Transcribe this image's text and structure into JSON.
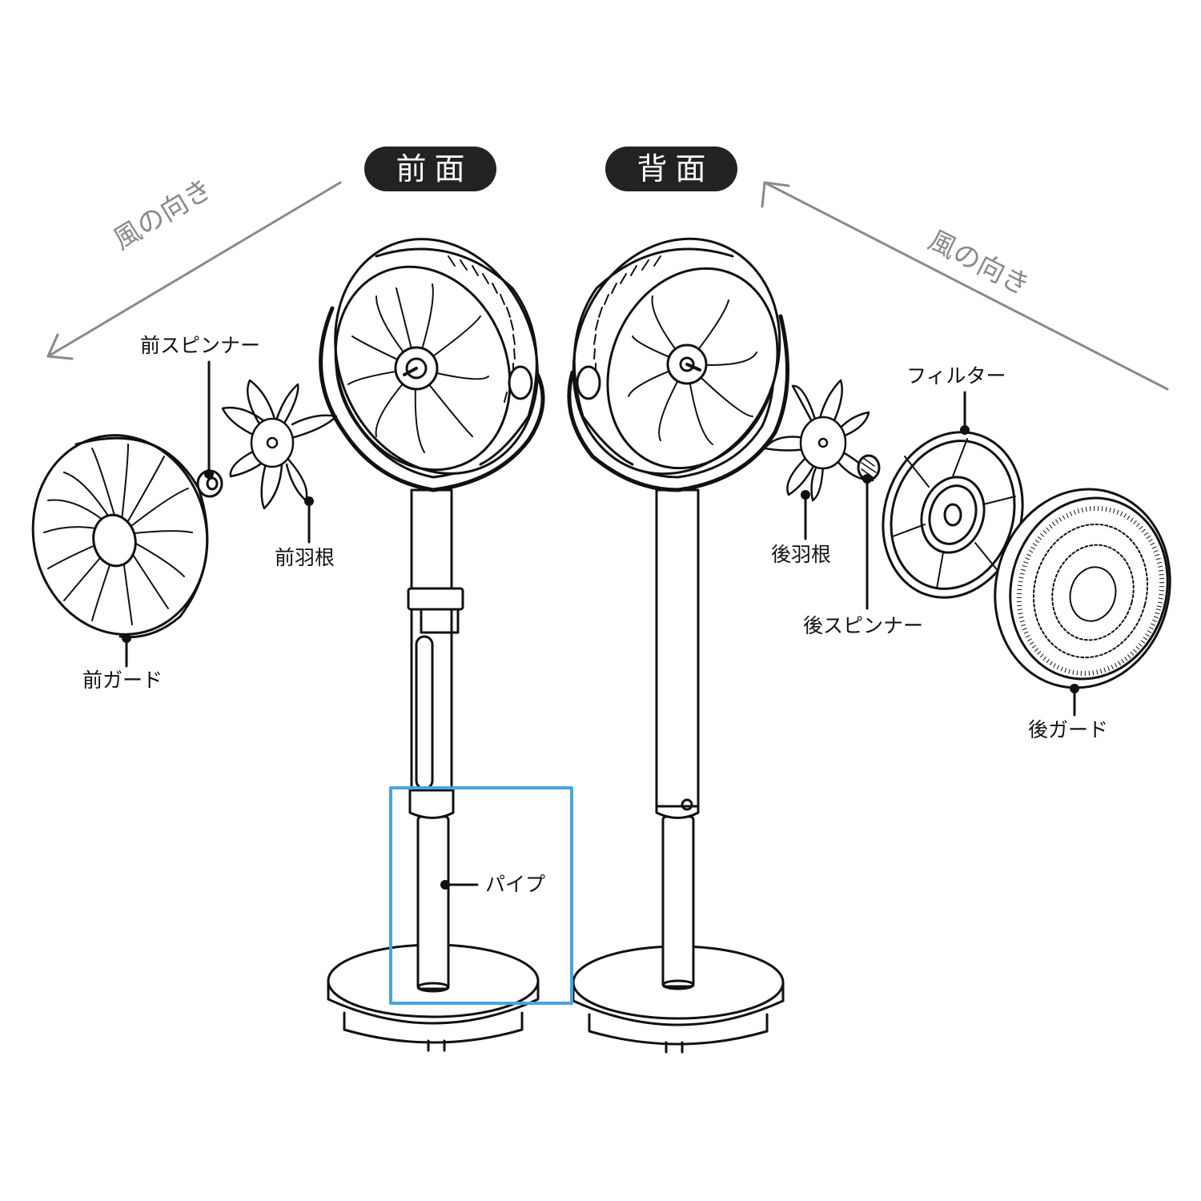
{
  "headings": {
    "front": "前面",
    "back": "背面"
  },
  "wind": {
    "left": "風の向き",
    "right": "風の向き"
  },
  "labels": {
    "front_spinner": "前スピンナー",
    "front_blade": "前羽根",
    "front_guard": "前ガード",
    "pipe": "パイプ",
    "filter": "フィルター",
    "rear_blade": "後羽根",
    "rear_spinner": "後スピンナー",
    "rear_guard": "後ガード"
  },
  "colors": {
    "line": "#111111",
    "arrow": "#8a8a8a",
    "highlight": "#4aa3df",
    "pill": "#222222"
  }
}
